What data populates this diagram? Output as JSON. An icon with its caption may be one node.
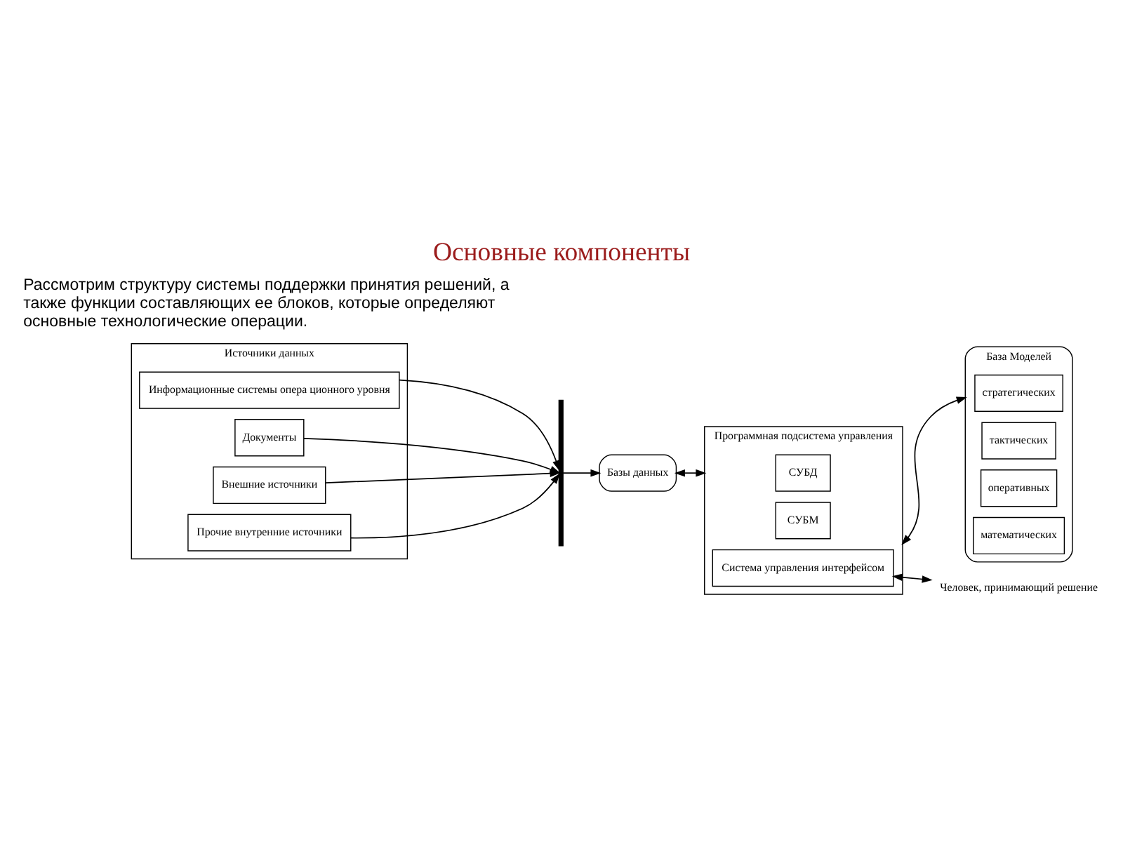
{
  "diagram": {
    "title": "Основные компоненты",
    "nodes": [
      {
        "text": [
          "Источники данных"
        ]
      },
      {
        "text": [
          "Информационные системы опера ционного уровня"
        ],
        "in": 0
      },
      {
        "text": [
          "Документы"
        ],
        "in": 0
      },
      {
        "text": [
          "Внешние источники"
        ],
        "in": 0
      },
      {
        "text": [
          "Прочие внутренние источники"
        ],
        "in": 0
      },
      {
        "text": [],
        "shape": "bar"
      },
      {
        "text": [
          "Базы данных"
        ]
      },
      {
        "text": [
          "Программная подсистема управления"
        ]
      },
      {
        "text": [
          "СУБД"
        ],
        "in": 7
      },
      {
        "text": [
          "СУБМ"
        ],
        "in": 7
      },
      {
        "text": [
          "Система управления интерфейсом"
        ],
        "in": 7
      },
      {
        "text": [
          "База Моделей"
        ]
      },
      {
        "text": [
          "стратегических"
        ],
        "in": 11
      },
      {
        "text": [
          "тактических"
        ],
        "in": 11
      },
      {
        "text": [
          "оперативных"
        ],
        "in": 11
      },
      {
        "text": [
          "математических"
        ],
        "in": 11
      },
      {
        "text": [
          "Человек, принимающий решение"
        ]
      }
    ],
    "edges": [
      {
        "from": 1,
        "to": 5,
        "arrow": "to"
      },
      {
        "from": 2,
        "to": 5,
        "arrow": "to"
      },
      {
        "from": 3,
        "to": 5,
        "arrow": "to"
      },
      {
        "from": 4,
        "to": 5,
        "arrow": "to"
      },
      {
        "from": 5,
        "to": 6,
        "arrow": "to"
      },
      {
        "from": 6,
        "to": 7,
        "arrow": "both"
      },
      {
        "from": 7,
        "to": 11,
        "arrow": "both"
      },
      {
        "from": 10,
        "to": 16,
        "arrow": "both"
      }
    ],
    "labels": [
      "Рассмотрим структуру системы поддержки принятия решений, а также функции составляющих ее блоков, которые определяют основные технологические операции."
    ]
  }
}
